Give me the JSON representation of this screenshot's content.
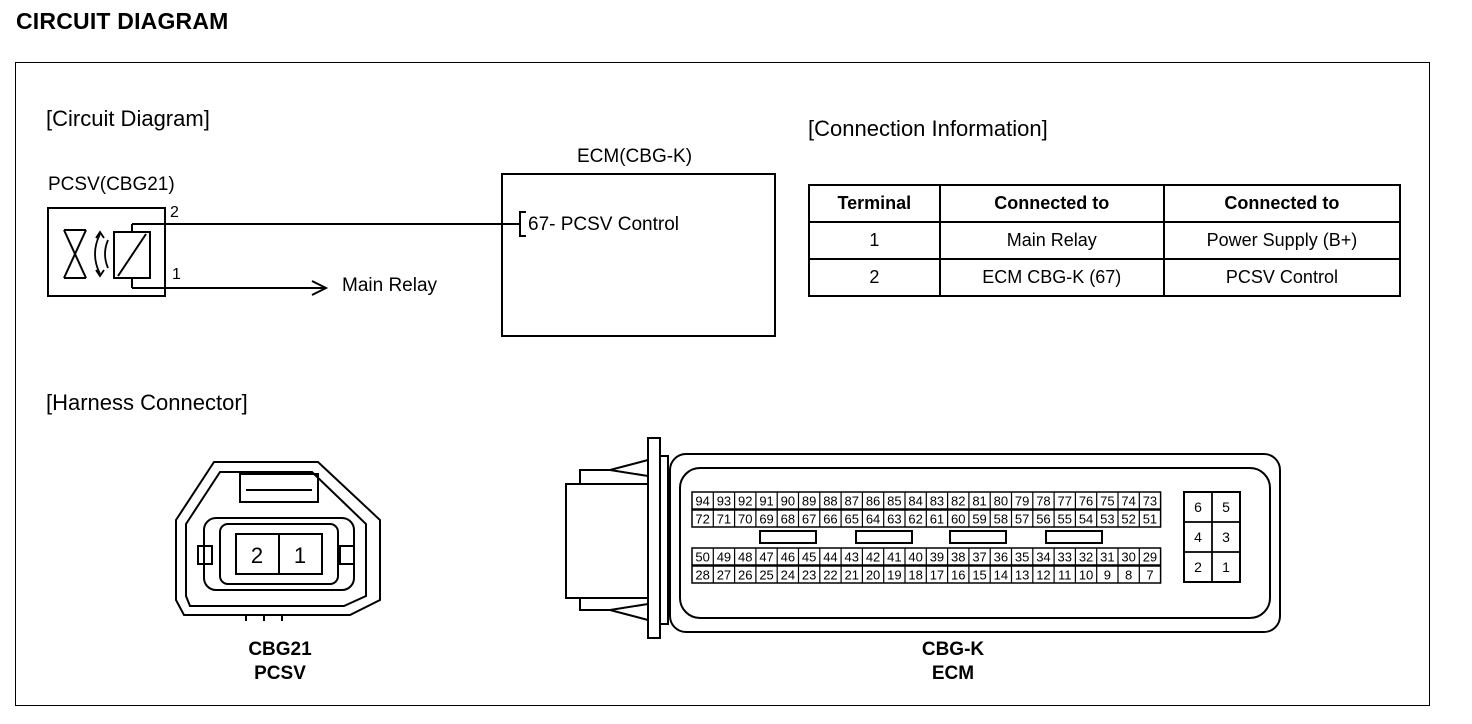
{
  "title": "CIRCUIT DIAGRAM",
  "circuit": {
    "section_label": "[Circuit Diagram]",
    "pcsv_label": "PCSV(CBG21)",
    "pin_2": "2",
    "pin_1": "1",
    "main_relay": "Main Relay",
    "ecm_label": "ECM(CBG-K)",
    "ecm_pin_text": "67- PCSV Control"
  },
  "connection_info": {
    "section_label": "[Connection Information]",
    "headers": [
      "Terminal",
      "Connected to",
      "Connected to"
    ],
    "rows": [
      [
        "1",
        "Main Relay",
        "Power Supply (B+)"
      ],
      [
        "2",
        "ECM CBG-K (67)",
        "PCSV Control"
      ]
    ]
  },
  "harness": {
    "section_label": "[Harness Connector]",
    "cbg21": {
      "pins": [
        "2",
        "1"
      ],
      "caption_code": "CBG21",
      "caption_name": "PCSV"
    },
    "cbgk": {
      "caption_code": "CBG-K",
      "caption_name": "ECM",
      "row_a_top": [
        "94",
        "93",
        "92",
        "91",
        "90",
        "89",
        "88",
        "87",
        "86",
        "85",
        "84",
        "83",
        "82",
        "81",
        "80",
        "79",
        "78",
        "77",
        "76",
        "75",
        "74",
        "73"
      ],
      "row_a_bottom": [
        "72",
        "71",
        "70",
        "69",
        "68",
        "67",
        "66",
        "65",
        "64",
        "63",
        "62",
        "61",
        "60",
        "59",
        "58",
        "57",
        "56",
        "55",
        "54",
        "53",
        "52",
        "51"
      ],
      "row_b_top": [
        "50",
        "49",
        "48",
        "47",
        "46",
        "45",
        "44",
        "43",
        "42",
        "41",
        "40",
        "39",
        "38",
        "37",
        "36",
        "35",
        "34",
        "33",
        "32",
        "31",
        "30",
        "29"
      ],
      "row_b_bottom": [
        "28",
        "27",
        "26",
        "25",
        "24",
        "23",
        "22",
        "21",
        "20",
        "19",
        "18",
        "17",
        "16",
        "15",
        "14",
        "13",
        "12",
        "11",
        "10",
        "9",
        "8",
        "7"
      ],
      "side_pins": [
        [
          "6",
          "5"
        ],
        [
          "4",
          "3"
        ],
        [
          "2",
          "1"
        ]
      ]
    }
  }
}
